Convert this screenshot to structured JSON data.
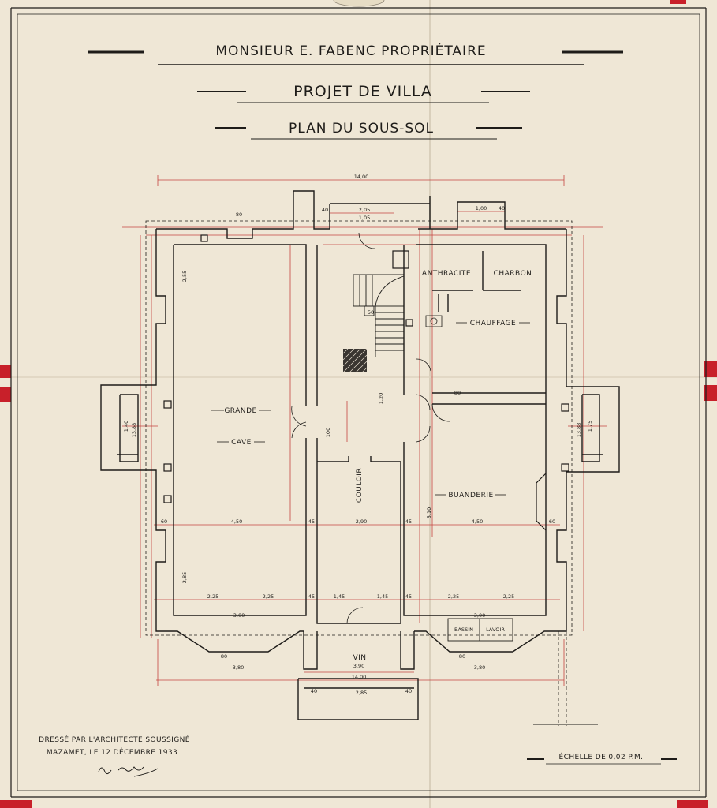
{
  "header": {
    "line1": "MONSIEUR E. FABENC PROPRIÉTAIRE",
    "line2": "PROJET DE VILLA",
    "line3": "PLAN DU SOUS-SOL"
  },
  "rooms": {
    "grande": "GRANDE",
    "cave": "CAVE",
    "anthracite": "ANTHRACITE",
    "charbon": "CHARBON",
    "chauffage": "CHAUFFAGE",
    "couloir": "COULOIR",
    "buanderie": "BUANDERIE",
    "vin": "VIN",
    "bassin": "BASSIN",
    "lavoir": "LAVOIR"
  },
  "dimensions": {
    "overall_width": "14,00",
    "overall_bottom": "14,00",
    "width_left": "4,50",
    "width_couloir": "2,90",
    "width_right": "4,50",
    "wall_45_a": "45",
    "wall_45_b": "45",
    "wall_45_c": "45",
    "wall_45_d": "45",
    "wall_60_left": "60",
    "wall_60_right": "60",
    "bay_225_a": "2,25",
    "bay_225_b": "2,25",
    "bay_225_c": "2,25",
    "bay_225_d": "2,25",
    "bay_145_a": "1,45",
    "bay_145_b": "1,45",
    "depth_left": "13,88",
    "depth_right": "13,88",
    "depth_center": "5,10",
    "height_255": "2,55",
    "height_285": "2,85",
    "stair_205": "2,05",
    "stair_105": "1,05",
    "stair_100": "1,00",
    "bottom_390": "3,90",
    "bottom_285": "2,85",
    "bottom_380_l": "3,80",
    "bottom_380_r": "3,80",
    "bay_300_l": "3,00",
    "bay_300_r": "3,00",
    "w80_a": "80",
    "w80_b": "80",
    "w80_c": "80",
    "w80_d": "80",
    "w40_a": "40",
    "w40_b": "40",
    "w40_c": "40",
    "w40_d": "40",
    "w50": "50",
    "w100": "100",
    "w120": "1,20",
    "w140": "1,40",
    "w175": "1,75"
  },
  "footer": {
    "drawn_by": "DRESSÉ PAR L'ARCHITECTE SOUSSIGNÉ",
    "place_date": "MAZAMET, LE 12 DÉCEMBRE 1933",
    "scale": "ÉCHELLE DE 0,02 P.M."
  },
  "colors": {
    "paper": "#efe7d6",
    "ink": "#1e1c19",
    "red_lines": "#c4463f",
    "binding_tabs": "#c8202a"
  }
}
